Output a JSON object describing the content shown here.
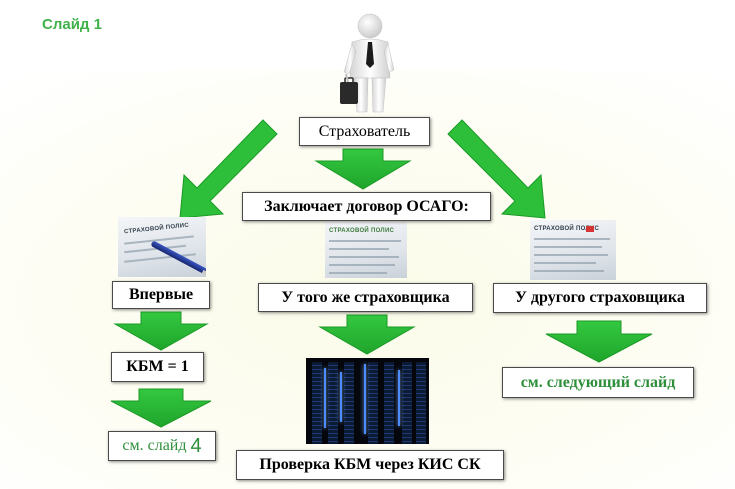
{
  "slide_title": "Слайд 1",
  "nodes": {
    "insurant": "Страхователь",
    "contract": "Заключает договор ОСАГО:",
    "first_time": "Впервые",
    "same_insurer": "У того же страховщика",
    "other_insurer": "У другого страховщика",
    "kbm": "КБМ = 1",
    "see_slide_prefix": "см. слайд",
    "see_slide_number": "4",
    "next_slide": "см. следующий слайд",
    "check_kbm": "Проверка КБМ через КИС СК"
  },
  "colors": {
    "arrow_green": "#2ebf3a",
    "arrow_green_dark": "#1a9a26",
    "title_green": "#3fb24a",
    "label_green": "#2e8f3a"
  },
  "images": [
    {
      "name": "businessman-figure",
      "depicts": "3D man with briefcase"
    },
    {
      "name": "document-with-pen-photo",
      "depicts": "policy form with pen"
    },
    {
      "name": "policy-document-photo",
      "depicts": "insurance policy form"
    },
    {
      "name": "policy-document-photo-2",
      "depicts": "insurance policy form"
    },
    {
      "name": "server-room-photo",
      "depicts": "server racks"
    }
  ]
}
